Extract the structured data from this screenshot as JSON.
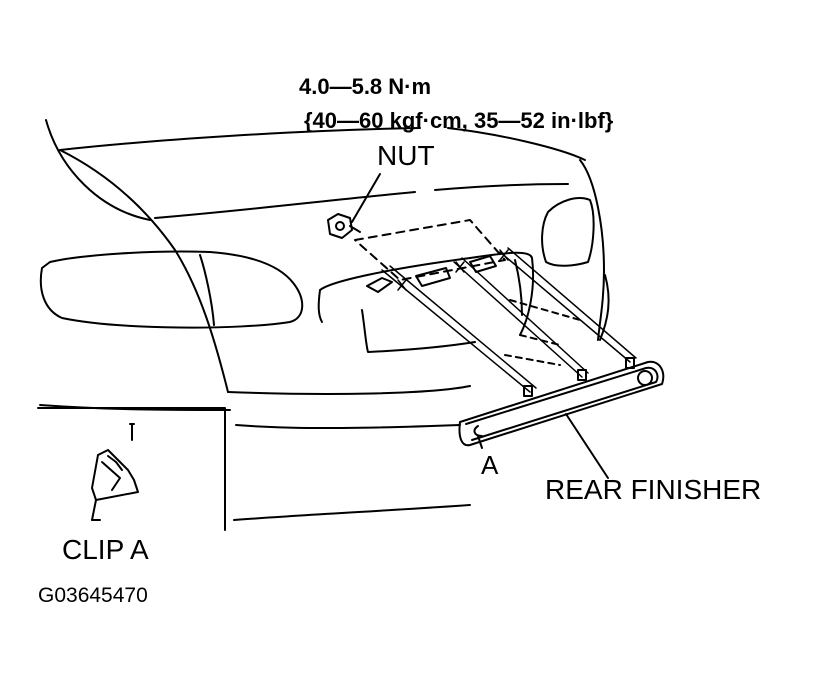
{
  "labels": {
    "torque_line1": "4.0—5.8 N·m",
    "torque_line2": "{40—60 kgf·cm, 35—52 in·lbf}",
    "nut": "NUT",
    "a": "A",
    "rear_finisher": "REAR FINISHER",
    "clip_a": "CLIP A",
    "figure_code": "G03645470"
  },
  "colors": {
    "line": "#000000",
    "background": "#ffffff"
  }
}
